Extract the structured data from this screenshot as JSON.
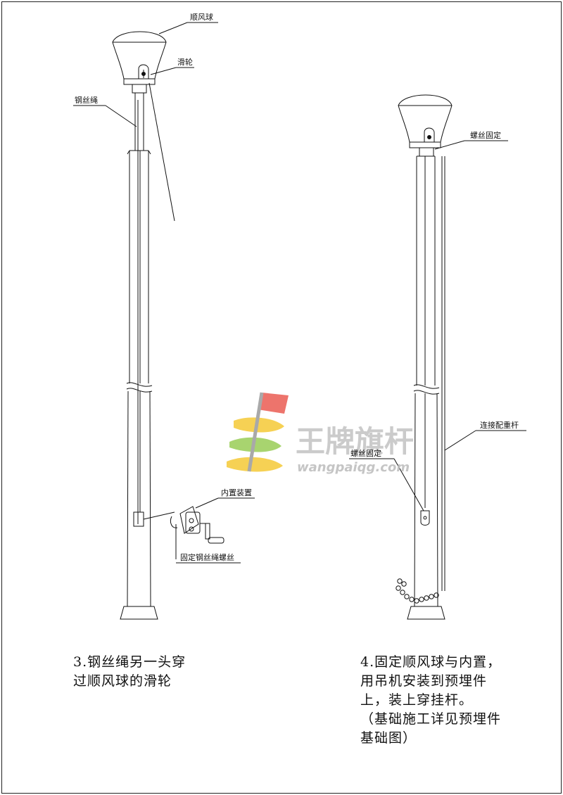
{
  "step3": {
    "labels": {
      "ball": "顺风球",
      "pulley": "滑轮",
      "wire": "钢丝绳",
      "internal": "内置装置",
      "fix_wire": "固定钢丝绳螺丝"
    },
    "caption_line1": "3.钢丝绳另一头穿",
    "caption_line2": "过顺风球的滑轮"
  },
  "step4": {
    "labels": {
      "screw_top": "螺丝固定",
      "screw_mid": "螺丝固定",
      "counterweight": "连接配重杆"
    },
    "caption_line1": "4.固定顺风球与内置，",
    "caption_line2": "用吊机安装到预埋件",
    "caption_line3": "上，装上穿挂杆。",
    "caption_line4": "（基础施工详见预埋件",
    "caption_line5": "基础图）"
  },
  "watermark": {
    "title": "王牌旗杆",
    "url": "wangpaiqg.com",
    "colors": {
      "red": "#e8463c",
      "yellow": "#f3c21c",
      "green": "#8cc63f",
      "gray": "#8d8d8d"
    }
  }
}
